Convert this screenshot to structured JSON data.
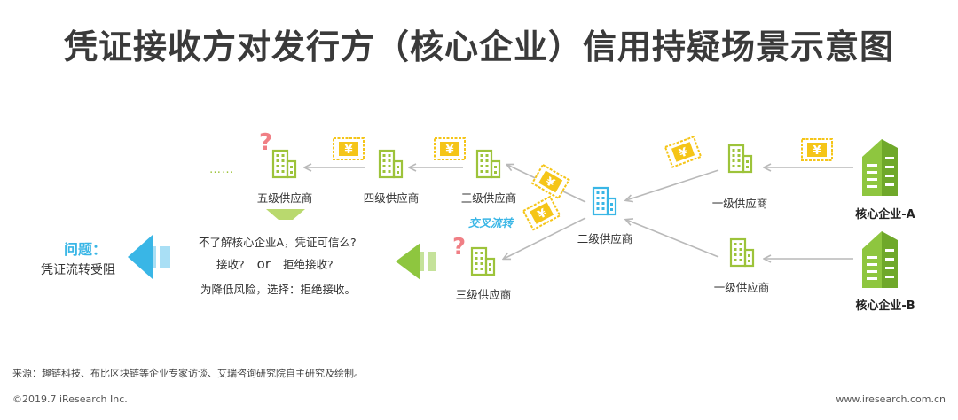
{
  "title": "凭证接收方对发行方（核心企业）信用持疑场景示意图",
  "nodes": {
    "core_a": "核心企业-A",
    "core_b": "核心企业-B",
    "tier1_top": "一级供应商",
    "tier1_bottom": "一级供应商",
    "tier2": "二级供应商",
    "tier3_top": "三级供应商",
    "tier3_bottom": "三级供应商",
    "tier4": "四级供应商",
    "tier5": "五级供应商"
  },
  "cross_flow_label": "交叉流转",
  "ellipsis": "……",
  "question_mark": "?",
  "doubts": {
    "line1": "不了解核心企业A，凭证可信么?",
    "line2_a": "接收?",
    "line2_or": "or",
    "line2_b": "拒绝接收?",
    "line3": "为降低风险，选择：拒绝接收。"
  },
  "problem": {
    "title": "问题：",
    "desc": "凭证流转受阻"
  },
  "voucher_symbol": "¥",
  "source": "来源：趣链科技、布比区块链等企业专家访谈、艾瑞咨询研究院自主研究及绘制。",
  "copyright": "©2019.7 iResearch Inc.",
  "website": "www.iresearch.com.cn",
  "colors": {
    "green": "#9dc33a",
    "green_dark": "#6fa82a",
    "blue": "#39b6e6",
    "yellow": "#f5c518",
    "pink": "#f07f85",
    "arrow_gray": "#b9b9b9"
  }
}
